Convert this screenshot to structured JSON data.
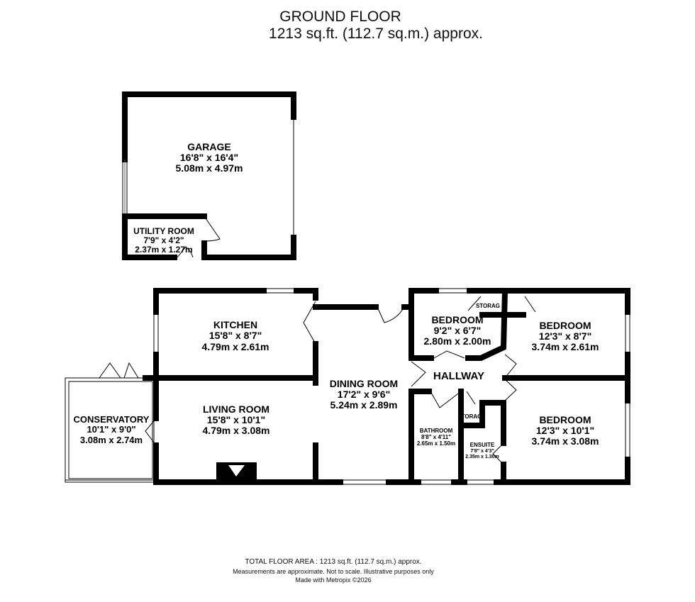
{
  "header": {
    "title": "GROUND FLOOR",
    "area": "1213 sq.ft. (112.7 sq.m.) approx."
  },
  "rooms": [
    {
      "name": "GARAGE",
      "imperial": "16'8\"  x 16'4\"",
      "metric": "5.08m  x 4.97m"
    },
    {
      "name": "UTILITY ROOM",
      "imperial": "7'9\"  x 4'2\"",
      "metric": "2.37m  x 1.27m"
    },
    {
      "name": "KITCHEN",
      "imperial": "15'8\"  x 8'7\"",
      "metric": "4.79m  x 2.61m"
    },
    {
      "name": "DINING ROOM",
      "imperial": "17'2\"  x 9'6\"",
      "metric": "5.24m  x 2.89m"
    },
    {
      "name": "LIVING ROOM",
      "imperial": "15'8\"  x 10'1\"",
      "metric": "4.79m  x 3.08m"
    },
    {
      "name": "CONSERVATORY",
      "imperial": "10'1\"  x 9'0\"",
      "metric": "3.08m  x 2.74m"
    },
    {
      "name": "BEDROOM",
      "imperial": "9'2\"  x 6'7\"",
      "metric": "2.80m  x 2.00m"
    },
    {
      "name": "BEDROOM",
      "imperial": "12'3\"  x 8'7\"",
      "metric": "3.74m  x 2.61m"
    },
    {
      "name": "BEDROOM",
      "imperial": "12'3\"  x 10'1\"",
      "metric": "3.74m  x 3.08m"
    },
    {
      "name": "BATHROOM",
      "imperial": "8'8\"  x 4'11\"",
      "metric": "2.65m  x 1.50m"
    },
    {
      "name": "ENSUITE",
      "imperial": "7'8\"  x 4'3\"",
      "metric": "2.35m  x 1.30m"
    }
  ],
  "labels": {
    "hallway": "HALLWAY",
    "storage1": "STORAG",
    "storage2": "TORAG"
  },
  "footer": {
    "total": "TOTAL FLOOR AREA : 1213 sq.ft. (112.7 sq.m.) approx.",
    "disclaimer": "Measurements are approximate.  Not to scale.  Illustrative purposes only",
    "credit": "Made with Metropix ©2026"
  }
}
